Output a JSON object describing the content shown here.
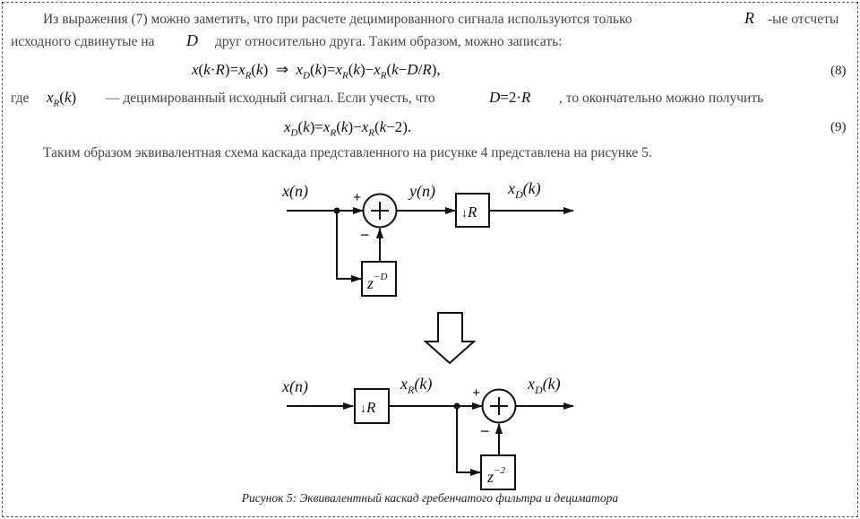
{
  "text": {
    "para1_line1": "Из выражения (7) можно заметить, что при расчете децимированного сигнала используются только",
    "para1_line1_end": "-ые отсчеты",
    "para1_line2_start": "исходного сдвинутые на",
    "para1_line2_end": "друг относительно друга. Таким образом, можно записать:",
    "where_label": "где",
    "where_text": "— децимированный исходный сигнал. Если учесть, что",
    "where_end": ", то окончательно можно получить",
    "para_final": "Таким образом эквивалентная схема каскада представленного на рисунке 4 представлена на рисунке 5.",
    "caption": "Рисунок 5: Эквивалентный каскад гребенчатого фильтра и дециматора"
  },
  "math": {
    "R": "R",
    "D": "D",
    "eq8": "x(k·R)=x_R(k)  ⇒  x_D(k)=x_R(k)−x_R(k−D/R),",
    "eq8_num": "(8)",
    "xR_symbol": "x_R(k)",
    "D_eq": "D=2·R",
    "eq9": "x_D(k)=x_R(k)−x_R(k−2).",
    "eq9_num": "(9)"
  },
  "diagram_top": {
    "input": "x(n)",
    "mid": "y(n)",
    "output": "x_D(k)",
    "plus": "+",
    "minus": "−",
    "delay": "z^-D",
    "decim": "↓R"
  },
  "diagram_bottom": {
    "input": "x(n)",
    "mid": "x_R(k)",
    "output": "x_D(k)",
    "plus": "+",
    "minus": "−",
    "delay": "z^-2",
    "decim": "↓R"
  }
}
